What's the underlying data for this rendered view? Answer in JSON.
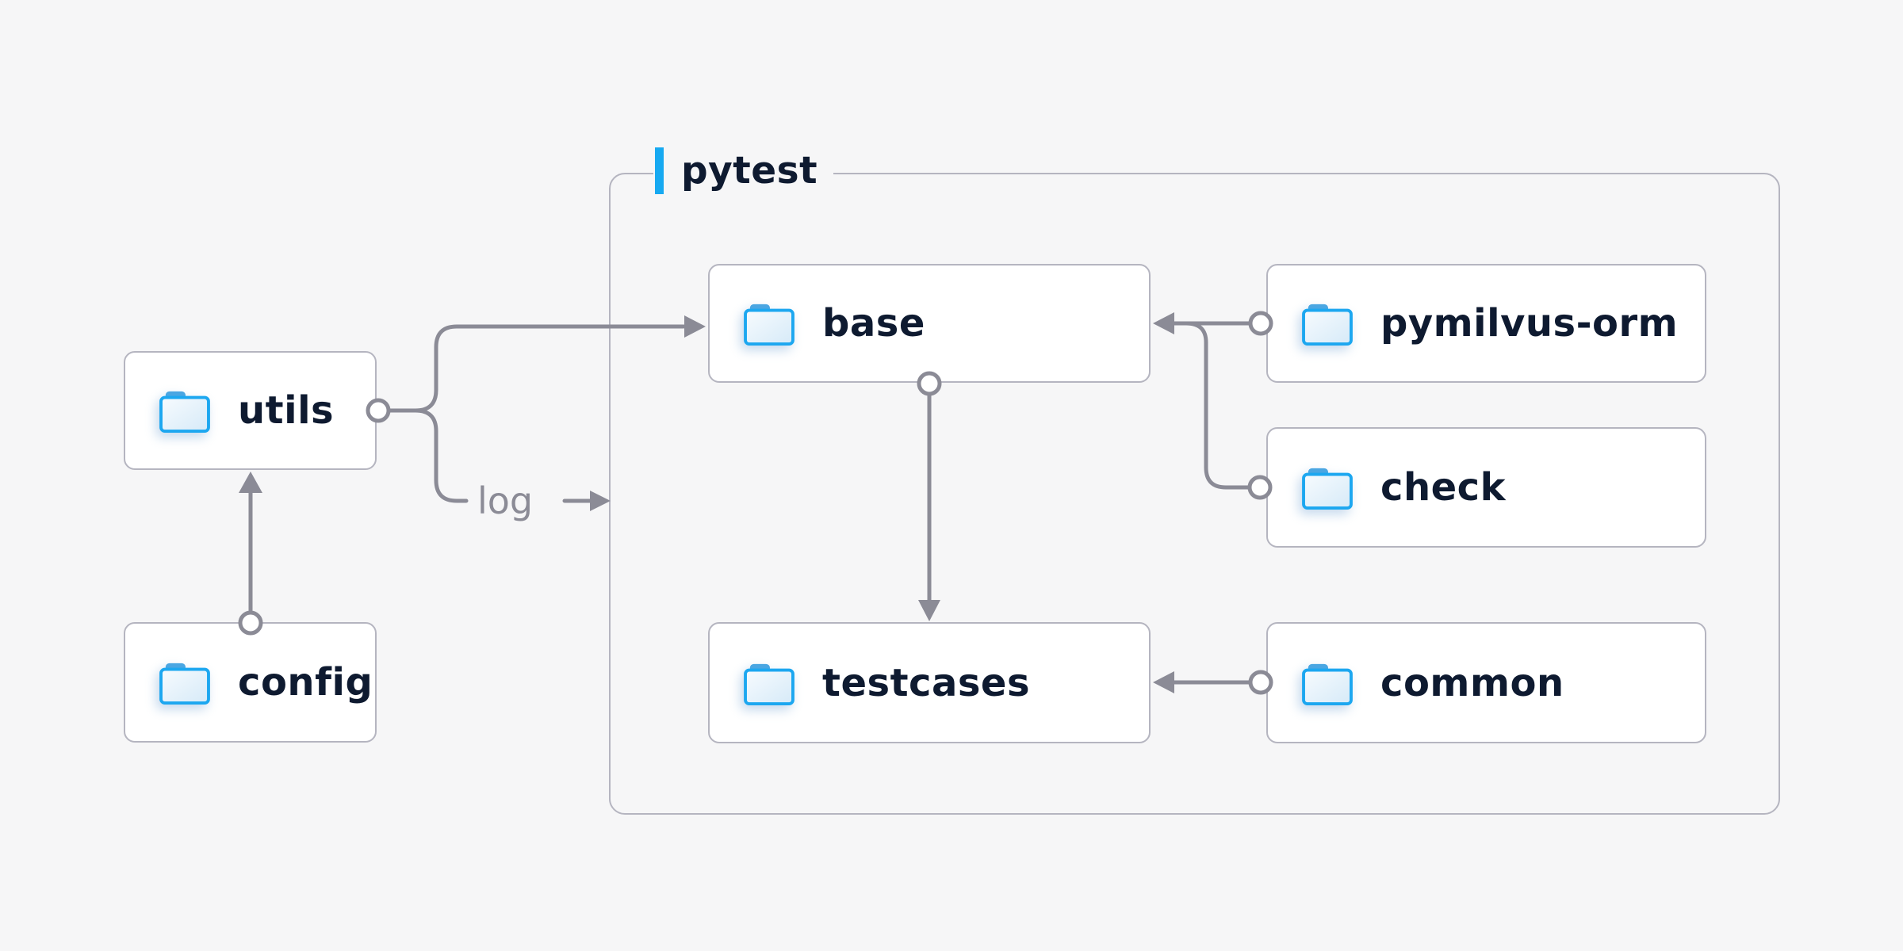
{
  "diagram": {
    "type": "folder-dependency-diagram",
    "background_color": "#f6f6f7",
    "box_border_color": "#b5b5c0",
    "line_color": "#8b8b96",
    "text_color": "#0e1a30",
    "accent_color": "#16a9f1",
    "folder_icon_color": "#1ca7f0",
    "container": {
      "label": "pytest"
    },
    "nodes": {
      "utils": {
        "label": "utils",
        "inside_container": false
      },
      "config": {
        "label": "config",
        "inside_container": false
      },
      "base": {
        "label": "base",
        "inside_container": true
      },
      "pymilvus_orm": {
        "label": "pymilvus-orm",
        "inside_container": true
      },
      "check": {
        "label": "check",
        "inside_container": true
      },
      "testcases": {
        "label": "testcases",
        "inside_container": true
      },
      "common": {
        "label": "common",
        "inside_container": true
      }
    },
    "edges": {
      "log_label": "log",
      "list": [
        {
          "from": "config",
          "to": "utils",
          "marker": "circle-to-arrow"
        },
        {
          "from": "utils",
          "to": "base",
          "marker": "circle-to-arrow"
        },
        {
          "from": "utils",
          "to": "log",
          "marker": "circle-to-arrow",
          "label": "log"
        },
        {
          "from": "pymilvus-orm",
          "to": "base",
          "marker": "circle-to-arrow"
        },
        {
          "from": "check",
          "to": "base",
          "marker": "circle-to-arrow"
        },
        {
          "from": "base",
          "to": "testcases",
          "marker": "circle-to-arrow"
        },
        {
          "from": "common",
          "to": "testcases",
          "marker": "circle-to-arrow"
        }
      ]
    }
  }
}
